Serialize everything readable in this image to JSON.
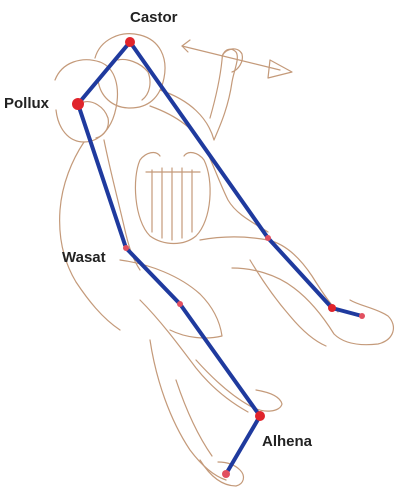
{
  "constellation": {
    "colors": {
      "line": "#1f3a9e",
      "star": "#e0242b",
      "outline": "#c49a7a",
      "label": "#222222"
    },
    "stars": {
      "castor": {
        "label": "Castor"
      },
      "pollux": {
        "label": "Pollux"
      },
      "wasat": {
        "label": "Wasat"
      },
      "alhena": {
        "label": "Alhena"
      }
    }
  }
}
